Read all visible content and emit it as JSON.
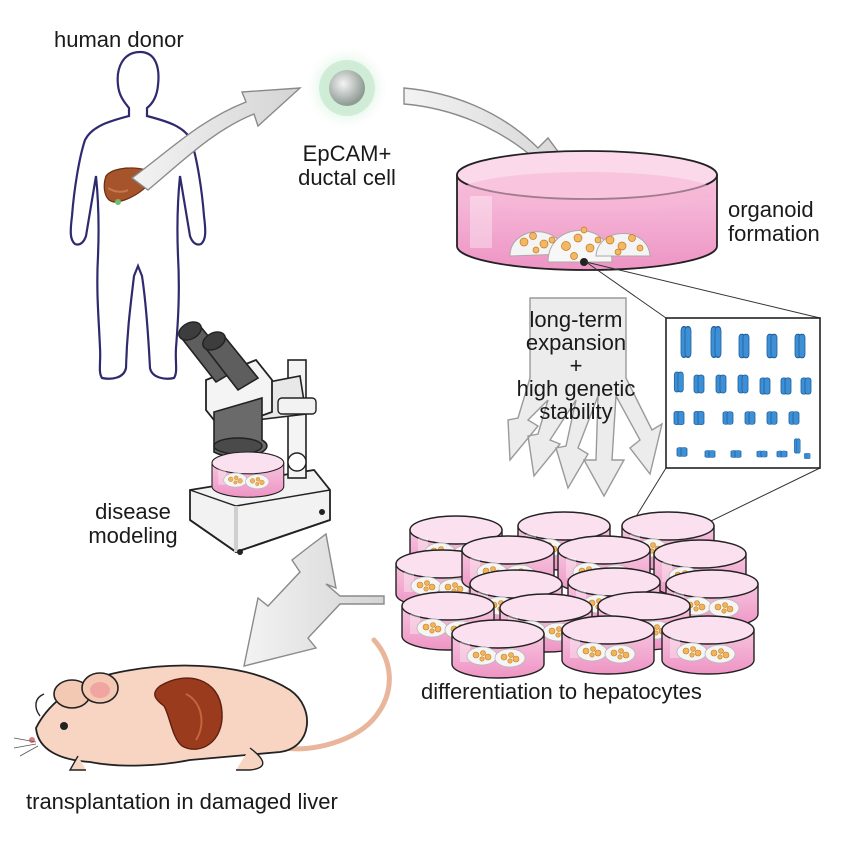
{
  "labels": {
    "human_donor": "human donor",
    "epcam_line1": "EpCAM+",
    "epcam_line2": "ductal cell",
    "organoid_line1": "organoid",
    "organoid_line2": "formation",
    "expansion_line1": "long-term",
    "expansion_line2": "expansion",
    "expansion_line3": "+",
    "expansion_line4": "high genetic",
    "expansion_line5": "stability",
    "disease_line1": "disease",
    "disease_line2": "modeling",
    "differentiation": "differentiation to hepatocytes",
    "transplantation": "transplantation in damaged liver"
  },
  "colors": {
    "dish_pink": "#f2a7cf",
    "dish_pink_light": "#f8d3e7",
    "liver": "#9b3b1d",
    "chromosome_blue": "#2f7fc6",
    "arrow_fill": "#e6e6e6",
    "mouse_body": "#f7d5c2",
    "cell_green": "#b6e3c1"
  },
  "icons": [
    "human-silhouette-icon",
    "stem-cell-icon",
    "petri-dish-icon",
    "microscope-icon",
    "chromosome-karyogram-icon",
    "mouse-icon"
  ]
}
